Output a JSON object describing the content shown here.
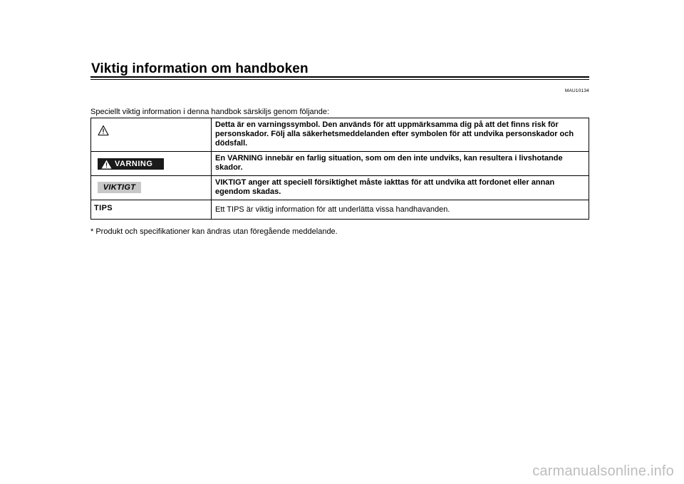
{
  "page": {
    "title": "Viktig information om handboken",
    "doc_code": "MAU10134",
    "intro": "Speciellt viktig information i denna handbok särskiljs genom följande:",
    "footnote": "* Produkt och specifikationer kan ändras utan föregående meddelande."
  },
  "rows": [
    {
      "symbol": "warning-triangle-icon",
      "text": "Detta är en varningssymbol. Den används för att uppmärksamma dig på att det finns risk för personskador. Följ alla säkerhetsmeddelanden efter symbolen för att undvika personskador och dödsfall."
    },
    {
      "label": "VARNING",
      "text": "En VARNING innebär en farlig situation, som om den inte undviks, kan resultera i livshotande skador."
    },
    {
      "label": "VIKTIGT",
      "text": "VIKTIGT anger att speciell försiktighet måste iakttas för att undvika att fordonet eller annan egendom skadas."
    },
    {
      "label": "TIPS",
      "text": "Ett TIPS är viktig information för att underlätta vissa handhavanden."
    }
  ],
  "watermark": "carmanualsonline.info",
  "colors": {
    "text": "#000000",
    "varning_badge_bg": "#1a1a1a",
    "viktigt_badge_bg": "#c8c8c8",
    "watermark": "#bdbdbd"
  }
}
